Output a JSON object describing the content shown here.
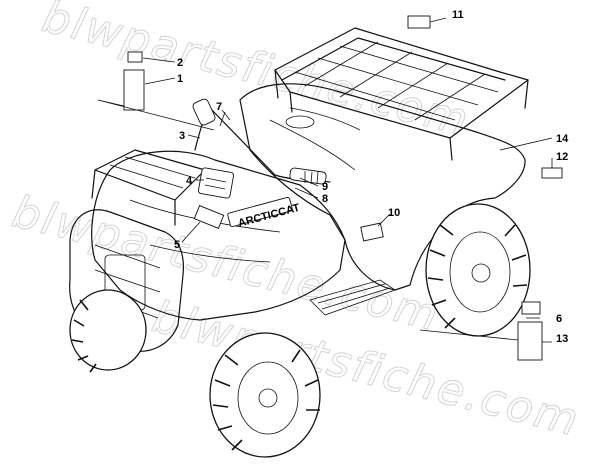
{
  "watermark": {
    "line1": "blwpartsfiche.com",
    "line2": "blwpartsfiche.com",
    "line3": "blwpartsfiche.com"
  },
  "brand_decal_text": "ARCTICCAT",
  "callouts": [
    {
      "id": "c1",
      "label": "1"
    },
    {
      "id": "c2",
      "label": "2"
    },
    {
      "id": "c3",
      "label": "3"
    },
    {
      "id": "c4",
      "label": "4"
    },
    {
      "id": "c5",
      "label": "5"
    },
    {
      "id": "c6",
      "label": "6"
    },
    {
      "id": "c7",
      "label": "7"
    },
    {
      "id": "c8",
      "label": "8"
    },
    {
      "id": "c9",
      "label": "9"
    },
    {
      "id": "c10",
      "label": "10"
    },
    {
      "id": "c11",
      "label": "11"
    },
    {
      "id": "c12",
      "label": "12"
    },
    {
      "id": "c13",
      "label": "13"
    },
    {
      "id": "c14",
      "label": "14"
    }
  ]
}
